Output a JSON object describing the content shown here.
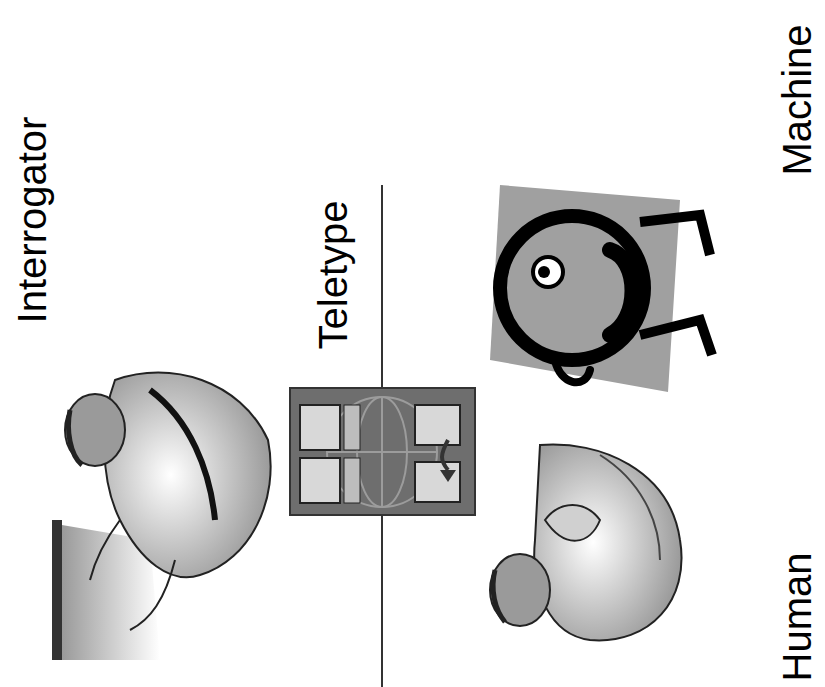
{
  "diagram": {
    "labels": [
      "Interrogator",
      "Teletype",
      "Machine",
      "Human"
    ]
  }
}
